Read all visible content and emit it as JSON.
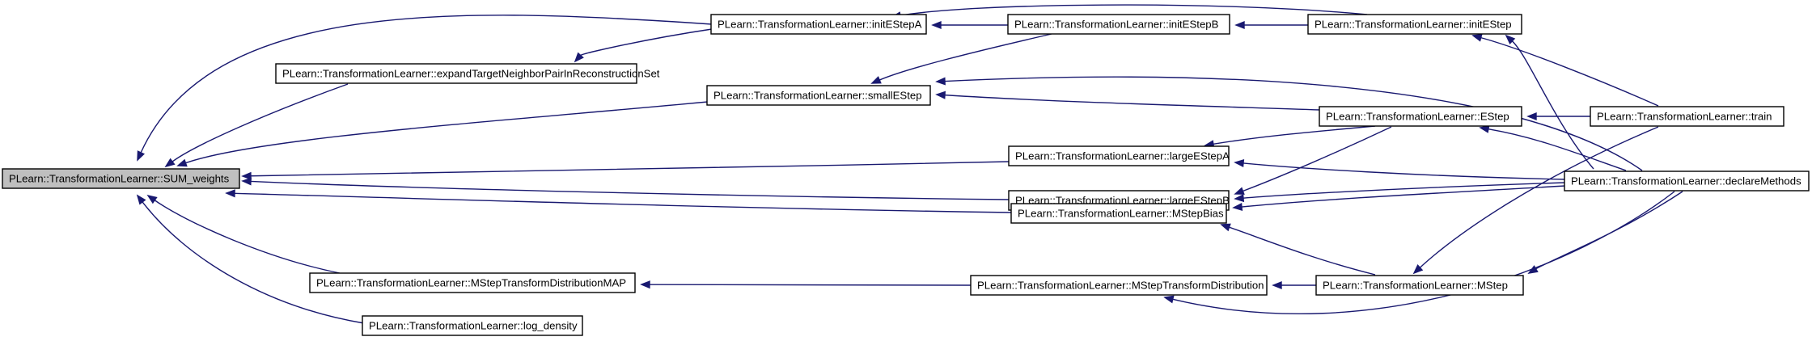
{
  "graph": {
    "edge_color": "#191970",
    "root_fill": "#bfbfbf",
    "nodes": {
      "sum_weights": "PLearn::TransformationLearner::SUM_weights",
      "expand": "PLearn::TransformationLearner::expandTargetNeighborPairInReconstructionSet",
      "initEStepA": "PLearn::TransformationLearner::initEStepA",
      "initEStepB": "PLearn::TransformationLearner::initEStepB",
      "initEStep": "PLearn::TransformationLearner::initEStep",
      "smallEStep": "PLearn::TransformationLearner::smallEStep",
      "EStep": "PLearn::TransformationLearner::EStep",
      "train": "PLearn::TransformationLearner::train",
      "largeEStepA": "PLearn::TransformationLearner::largeEStepA",
      "largeEStepB": "PLearn::TransformationLearner::largeEStepB",
      "declareMethods": "PLearn::TransformationLearner::declareMethods",
      "MStepBias": "PLearn::TransformationLearner::MStepBias",
      "MStepTDMAP": "PLearn::TransformationLearner::MStepTransformDistributionMAP",
      "MStepTD": "PLearn::TransformationLearner::MStepTransformDistribution",
      "MStep": "PLearn::TransformationLearner::MStep",
      "log_density": "PLearn::TransformationLearner::log_density"
    },
    "edges": [
      [
        "expand",
        "sum_weights"
      ],
      [
        "initEStepA",
        "sum_weights"
      ],
      [
        "smallEStep",
        "sum_weights"
      ],
      [
        "largeEStepA",
        "sum_weights"
      ],
      [
        "largeEStepB",
        "sum_weights"
      ],
      [
        "MStepBias",
        "sum_weights"
      ],
      [
        "MStepTDMAP",
        "sum_weights"
      ],
      [
        "log_density",
        "sum_weights"
      ],
      [
        "initEStepA",
        "expand"
      ],
      [
        "initEStepB",
        "initEStepA"
      ],
      [
        "initEStep",
        "initEStepA"
      ],
      [
        "initEStep",
        "initEStepB"
      ],
      [
        "initEStepB",
        "smallEStep"
      ],
      [
        "EStep",
        "smallEStep"
      ],
      [
        "declareMethods",
        "smallEStep"
      ],
      [
        "train",
        "initEStep"
      ],
      [
        "declareMethods",
        "initEStep"
      ],
      [
        "EStep",
        "largeEStepA"
      ],
      [
        "declareMethods",
        "largeEStepA"
      ],
      [
        "EStep",
        "largeEStepB"
      ],
      [
        "declareMethods",
        "largeEStepB"
      ],
      [
        "train",
        "EStep"
      ],
      [
        "declareMethods",
        "EStep"
      ],
      [
        "declareMethods",
        "MStepBias"
      ],
      [
        "MStep",
        "MStepBias"
      ],
      [
        "MStepTD",
        "MStepTDMAP"
      ],
      [
        "MStep",
        "MStepTD"
      ],
      [
        "declareMethods",
        "MStepTD"
      ],
      [
        "train",
        "MStep"
      ],
      [
        "declareMethods",
        "MStep"
      ]
    ]
  }
}
